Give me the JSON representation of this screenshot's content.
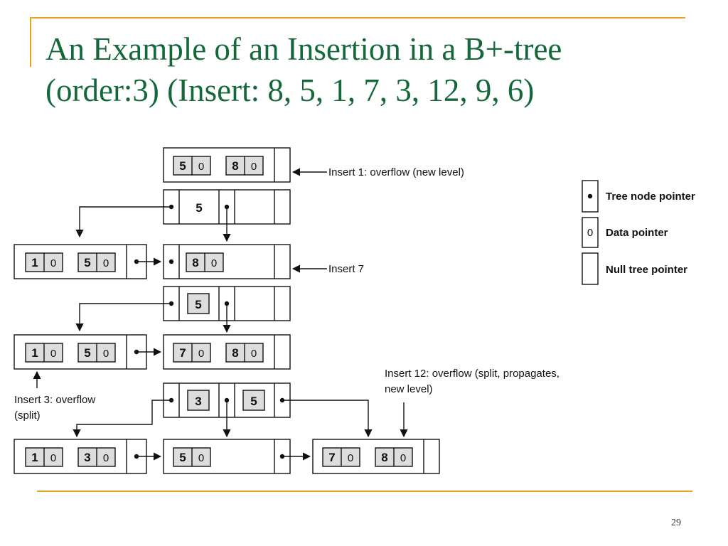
{
  "slide": {
    "title_line1": "An Example of an Insertion in a B+-tree",
    "title_line2": "(order:3) (Insert: 8, 5, 1, 7, 3, 12, 9, 6)",
    "page_number": "29"
  },
  "diagram": {
    "annotations": {
      "insert_1": "Insert 1: overflow (new level)",
      "insert_7": "Insert 7",
      "insert_3_line1": "Insert 3: overflow",
      "insert_3_line2": "(split)",
      "insert_12_line1": "Insert 12: overflow (split, propagates,",
      "insert_12_line2": "new level)"
    },
    "legend": {
      "tree_node_pointer": "Tree node pointer",
      "data_pointer": "Data pointer",
      "null_tree_pointer": "Null tree pointer",
      "data_pointer_symbol": "0"
    },
    "data_pointer_symbol": "0",
    "keys": {
      "s1_leaf_a": "5",
      "s1_leaf_b": "8",
      "s2_root": "5",
      "s2_leaf1_a": "1",
      "s2_leaf1_b": "5",
      "s2_leaf2_a": "8",
      "s3_root": "5",
      "s3_leaf1_a": "1",
      "s3_leaf1_b": "5",
      "s3_leaf2_a": "7",
      "s3_leaf2_b": "8",
      "s4_root_a": "3",
      "s4_root_b": "5",
      "s4_leaf1_a": "1",
      "s4_leaf1_b": "3",
      "s4_leaf2_a": "5",
      "s4_leaf3_a": "7",
      "s4_leaf3_b": "8"
    }
  }
}
